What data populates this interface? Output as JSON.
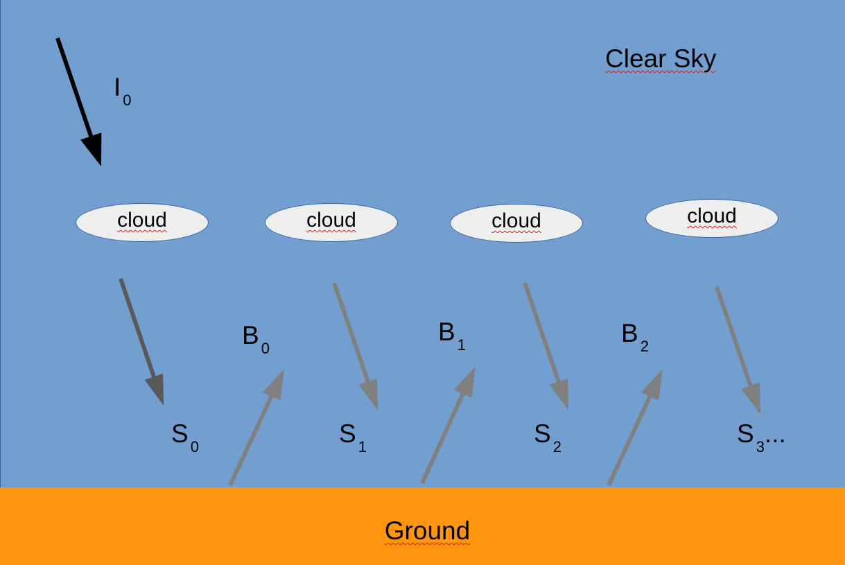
{
  "sky_label": "Clear Sky",
  "ground_label": "Ground",
  "incident": {
    "main": "I",
    "sub": "0"
  },
  "clouds": [
    "cloud",
    "cloud",
    "cloud",
    "cloud"
  ],
  "scattered": [
    {
      "main": "S",
      "sub": "0",
      "suffix": ""
    },
    {
      "main": "S",
      "sub": "1",
      "suffix": ""
    },
    {
      "main": "S",
      "sub": "2",
      "suffix": ""
    },
    {
      "main": "S",
      "sub": "3",
      "suffix": "..."
    }
  ],
  "backscattered": [
    {
      "main": "B",
      "sub": "0"
    },
    {
      "main": "B",
      "sub": "1"
    },
    {
      "main": "B",
      "sub": "2"
    }
  ],
  "colors": {
    "sky": "#729fcf",
    "ground": "#ff950e",
    "cloud_fill": "#eeeeee",
    "incident_arrow": "#000000",
    "first_scatter_arrow": "#595959",
    "arrow": "#808080"
  }
}
